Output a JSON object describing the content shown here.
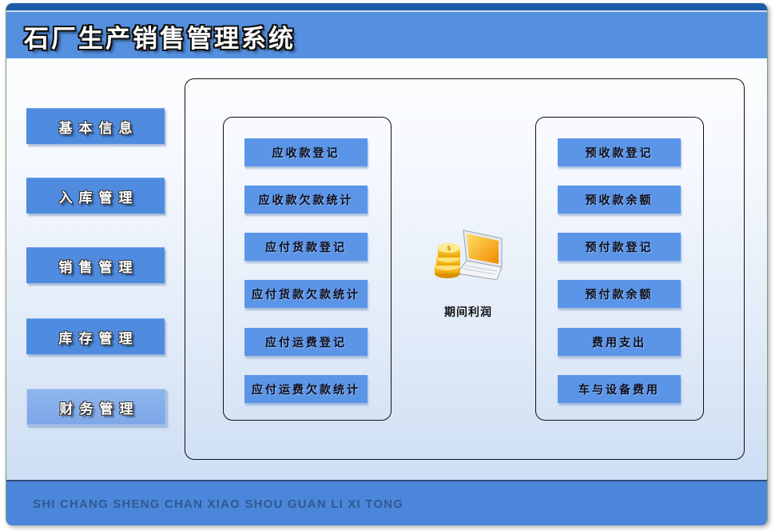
{
  "header": {
    "title": "石厂生产销售管理系统"
  },
  "sidebar": {
    "items": [
      {
        "label": "基本信息",
        "active": false
      },
      {
        "label": "入库管理",
        "active": false
      },
      {
        "label": "销售管理",
        "active": false
      },
      {
        "label": "库存管理",
        "active": false
      },
      {
        "label": "财务管理",
        "active": true
      }
    ]
  },
  "main": {
    "left_group": [
      {
        "label": "应收款登记"
      },
      {
        "label": "应收款欠款统计"
      },
      {
        "label": "应付货款登记"
      },
      {
        "label": "应付货款欠款统计"
      },
      {
        "label": "应付运费登记"
      },
      {
        "label": "应付运费欠款统计"
      }
    ],
    "center": {
      "label": "期间利润",
      "icon": "coins-laptop-icon"
    },
    "right_group": [
      {
        "label": "预收款登记"
      },
      {
        "label": "预收款余额"
      },
      {
        "label": "预付款登记"
      },
      {
        "label": "预付款余额"
      },
      {
        "label": "费用支出"
      },
      {
        "label": "车与设备费用"
      }
    ]
  },
  "footer": {
    "text": "SHI CHANG SHENG CHAN XIAO SHOU GUAN LI XI TONG"
  },
  "colors": {
    "header_blue": "#5590e0",
    "top_strip": "#1d5ba8",
    "button_blue": "#5b95e8",
    "nav_active": "#8fb5ee",
    "footer_blue": "#4c86da"
  }
}
